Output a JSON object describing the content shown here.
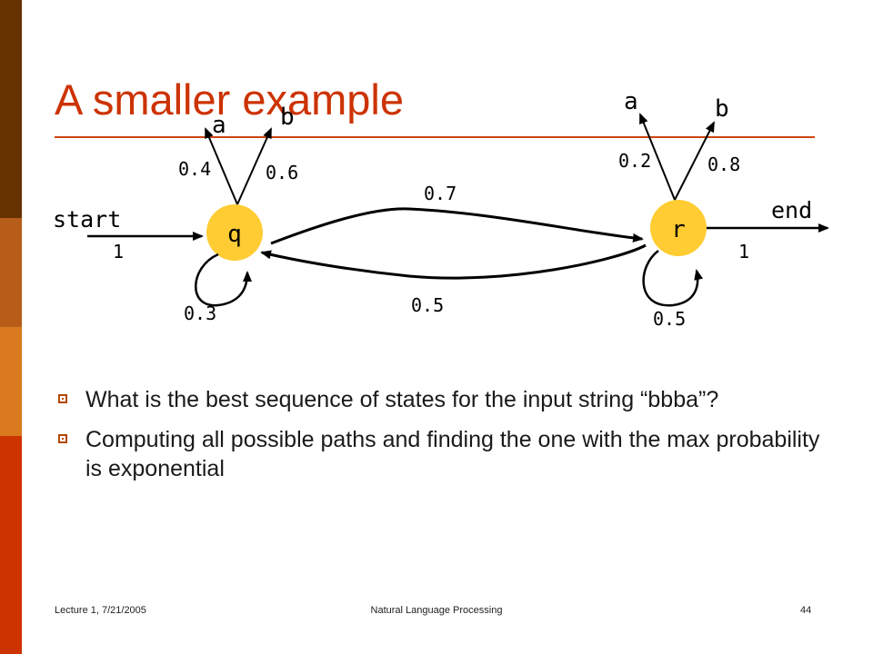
{
  "slide": {
    "title": "A smaller example",
    "bullets": [
      "What is the best sequence of states for the input string “bbba”?",
      "Computing all possible paths and finding the one with the max probability is exponential"
    ],
    "footer": {
      "left": "Lecture 1, 7/21/2005",
      "center": "Natural Language Processing",
      "right": "44"
    }
  },
  "diagram": {
    "states": [
      "q",
      "r"
    ],
    "start_label": "start",
    "end_label": "end",
    "start_prob": "1",
    "end_prob": "1",
    "q_emit_a_prob": "0.4",
    "q_emit_b_prob": "0.6",
    "q_emit_a_symbol": "a",
    "q_emit_b_symbol": "b",
    "r_emit_a_prob": "0.2",
    "r_emit_b_prob": "0.8",
    "r_emit_a_symbol": "a",
    "r_emit_b_symbol": "b",
    "q_to_r_prob": "0.7",
    "r_to_q_prob": "0.5",
    "q_self_prob": "0.3",
    "r_self_prob": "0.5"
  },
  "colors": {
    "title": "#cc3300",
    "state_fill": "#ffcc33",
    "sidebar": [
      "#663300",
      "#b85c1a",
      "#d97a1f",
      "#cc3300"
    ]
  }
}
